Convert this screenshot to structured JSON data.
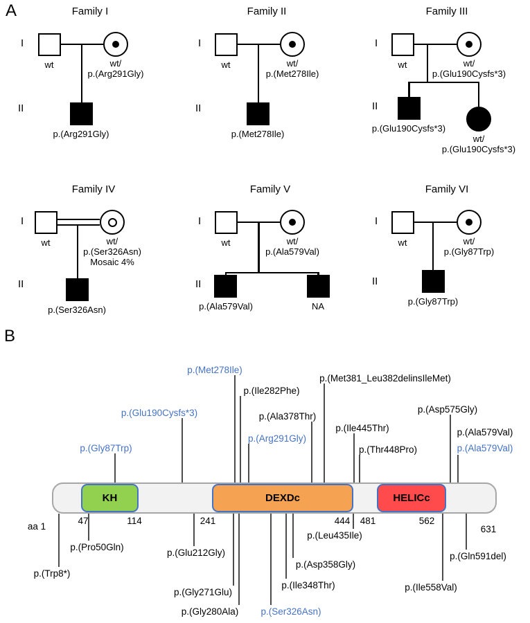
{
  "colors": {
    "mutation_blue": "#4472C4",
    "kh_fill": "#92D050",
    "dexdc_fill": "#F5A252",
    "helicc_fill": "#FF4B4B",
    "domain_border": "#4472C4",
    "bar_fill": "#F2F2F2",
    "bar_border": "#A6A6A6"
  },
  "panel_a": {
    "label": "A",
    "families": [
      {
        "title": "Family I",
        "gen1_label": "I",
        "gen2_label": "II",
        "father_label": "wt",
        "mother_label_line1": "wt/",
        "mother_label_line2": "p.(Arg291Gly)",
        "child1_label": "p.(Arg291Gly)"
      },
      {
        "title": "Family II",
        "gen1_label": "I",
        "gen2_label": "II",
        "father_label": "wt",
        "mother_label_line1": "wt/",
        "mother_label_line2": "p.(Met278Ile)",
        "child1_label": "p.(Met278Ile)"
      },
      {
        "title": "Family III",
        "gen1_label": "I",
        "gen2_label": "II",
        "father_label": "wt",
        "mother_label_line1": "wt/",
        "mother_label_line2": "p.(Glu190Cysfs*3)",
        "child1_label": "p.(Glu190Cysfs*3)",
        "child2_label_line1": "wt/",
        "child2_label_line2": "p.(Glu190Cysfs*3)"
      },
      {
        "title": "Family IV",
        "gen1_label": "I",
        "gen2_label": "II",
        "father_label": "wt",
        "mother_label_line1": "wt/",
        "mother_label_line2": "p.(Ser326Asn)",
        "mother_label_line3": "Mosaic 4%",
        "child1_label": "p.(Ser326Asn)"
      },
      {
        "title": "Family V",
        "gen1_label": "I",
        "gen2_label": "II",
        "father_label": "wt",
        "mother_label_line1": "wt/",
        "mother_label_line2": "p.(Ala579Val)",
        "child1_label": "p.(Ala579Val)",
        "child2_label": "NA"
      },
      {
        "title": "Family VI",
        "gen1_label": "I",
        "gen2_label": "II",
        "father_label": "wt",
        "mother_label_line1": "wt/",
        "mother_label_line2": "p.(Gly87Trp)",
        "child1_label": "p.(Gly87Trp)"
      }
    ]
  },
  "panel_b": {
    "label": "B",
    "protein": {
      "start_label": "aa 1",
      "end_label": "631",
      "domains": [
        {
          "name": "KH",
          "start": "47",
          "end": "114"
        },
        {
          "name": "DEXDc",
          "start": "241",
          "end": "444"
        },
        {
          "name": "HELICc",
          "start": "481",
          "end": "562"
        }
      ]
    },
    "mutations_above": [
      {
        "label": "p.(Met278Ile)",
        "blue": true
      },
      {
        "label": "p.(Met381_Leu382delinsIleMet)",
        "blue": false
      },
      {
        "label": "p.(Ile282Phe)",
        "blue": false
      },
      {
        "label": "p.(Asp575Gly)",
        "blue": false
      },
      {
        "label": "p.(Glu190Cysfs*3)",
        "blue": true
      },
      {
        "label": "p.(Ala378Thr)",
        "blue": false
      },
      {
        "label": "p.(Ile445Thr)",
        "blue": false
      },
      {
        "label": "p.(Ala579Val)",
        "blue": false
      },
      {
        "label": "p.(Arg291Gly)",
        "blue": true
      },
      {
        "label": "p.(Gly87Trp)",
        "blue": true
      },
      {
        "label": "p.(Thr448Pro)",
        "blue": false
      },
      {
        "label": "p.(Ala579Val)",
        "blue": true
      }
    ],
    "mutations_below": [
      {
        "label": "p.(Trp8*)",
        "blue": false
      },
      {
        "label": "p.(Pro50Gln)",
        "blue": false
      },
      {
        "label": "p.(Glu212Gly)",
        "blue": false
      },
      {
        "label": "p.(Gly271Glu)",
        "blue": false
      },
      {
        "label": "p.(Gly280Ala)",
        "blue": false
      },
      {
        "label": "p.(Ser326Asn)",
        "blue": true
      },
      {
        "label": "p.(Ile348Thr)",
        "blue": false
      },
      {
        "label": "p.(Asp358Gly)",
        "blue": false
      },
      {
        "label": "p.(Leu435Ile)",
        "blue": false
      },
      {
        "label": "p.(Ile558Val)",
        "blue": false
      },
      {
        "label": "p.(Gln591del)",
        "blue": false
      }
    ]
  }
}
